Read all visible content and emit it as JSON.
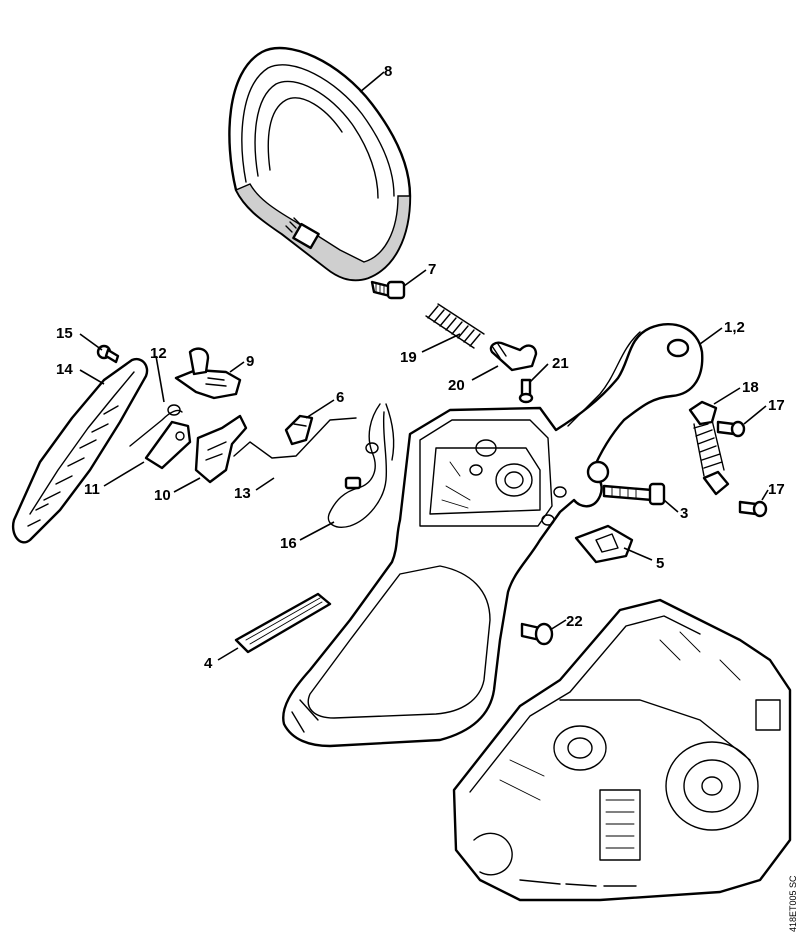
{
  "callouts": {
    "c8": "8",
    "c7": "7",
    "c15": "15",
    "c12": "12",
    "c9": "9",
    "c14": "14",
    "c6": "6",
    "c19": "19",
    "c1_2": "1,2",
    "c21": "21",
    "c20": "20",
    "c18": "18",
    "c17a": "17",
    "c11": "11",
    "c10": "10",
    "c13": "13",
    "c3": "3",
    "c17b": "17",
    "c16": "16",
    "c5": "5",
    "c22": "22",
    "c4": "4"
  },
  "drawing_code": "418ET005 SC",
  "colors": {
    "line": "#000000",
    "fill": "#ffffff",
    "shade": "#cfcfcf"
  }
}
